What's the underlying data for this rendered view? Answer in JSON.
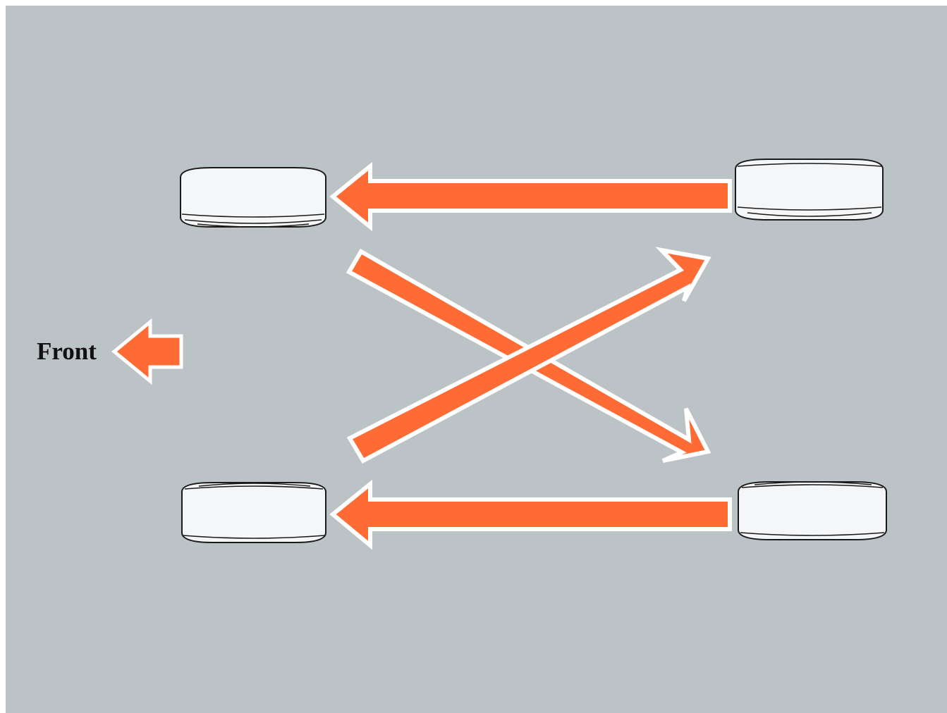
{
  "diagram": {
    "front_label": "Front",
    "colors": {
      "background": "#bcc3c6",
      "arrow_fill": "#ff6b35",
      "arrow_outline": "#ffffff",
      "tire_fill": "#f5f6f7",
      "tire_outline": "#1a1a1a",
      "label_text": "#111111"
    },
    "tires": [
      {
        "name": "front-left-tire"
      },
      {
        "name": "rear-left-tire"
      },
      {
        "name": "front-right-tire"
      },
      {
        "name": "rear-right-tire"
      }
    ],
    "arrows": [
      {
        "name": "rear-left-to-front-left-arrow",
        "icon": "arrow-left-icon"
      },
      {
        "name": "rear-right-to-front-right-arrow",
        "icon": "arrow-left-icon"
      },
      {
        "name": "front-left-to-rear-right-arrow",
        "icon": "arrow-diagonal-down-right-icon"
      },
      {
        "name": "front-right-to-rear-left-arrow",
        "icon": "arrow-diagonal-up-right-icon"
      }
    ],
    "front_indicator_icon": "arrow-left-icon"
  }
}
